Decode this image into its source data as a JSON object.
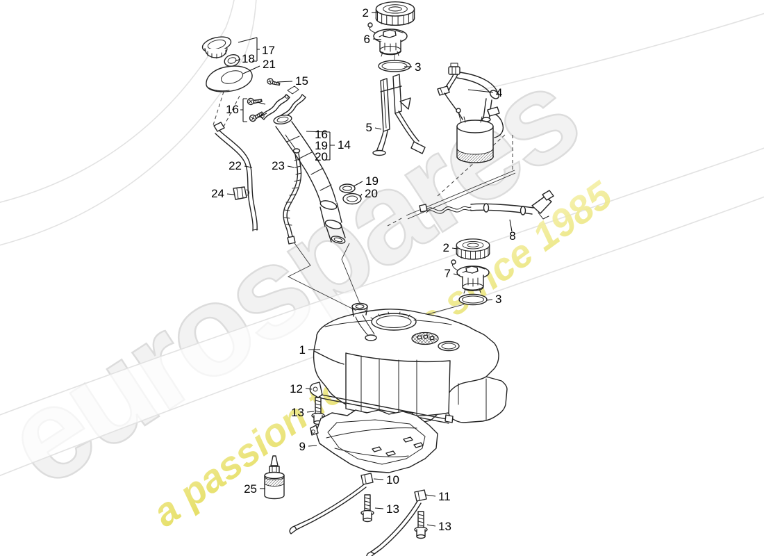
{
  "watermark": {
    "brand": "eurospares",
    "tagline": "a passion for parts since 1985",
    "brand_fill": "#f2f2f2",
    "brand_edge": "#dcdcdc",
    "tagline_from": "#e3db55",
    "tagline_to": "#f6f2ae"
  },
  "diagram": {
    "description": "fuel tank exploded parts diagram",
    "line_color": "#222222",
    "labels": [
      "2",
      "6",
      "3",
      "17",
      "18",
      "21",
      "15",
      "16",
      "4",
      "5",
      "16",
      "19",
      "20",
      "14",
      "22",
      "23",
      "19",
      "20",
      "24",
      "8",
      "2",
      "7",
      "3",
      "1",
      "12",
      "13",
      "9",
      "25",
      "10",
      "13",
      "11",
      "13"
    ]
  }
}
